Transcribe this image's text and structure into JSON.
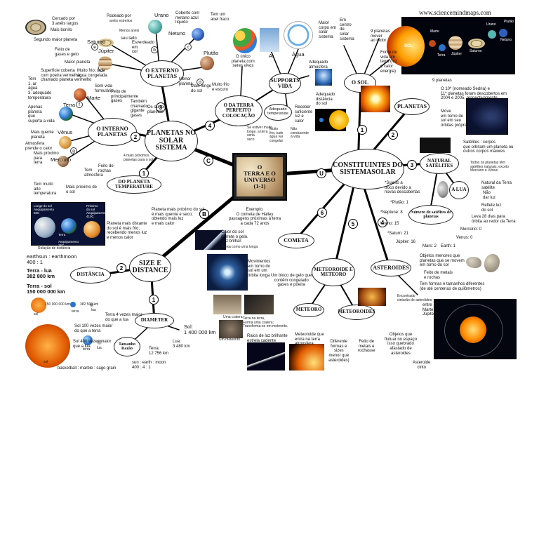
{
  "site_url": "www.sciencemindmaps.com",
  "center": {
    "title1": "O",
    "title2": "TERRA E O",
    "title3": "UNIVERSO",
    "title4": "(1-1)"
  },
  "connectors": {
    "c": "C",
    "u": "U",
    "b": "B"
  },
  "nodes": {
    "planetas_sistema": "PLANETAS NO SOLAR SISTEMA",
    "externo": "O EXTERNO PLANETAS",
    "interno": "O INTERNO PLANETAS",
    "temperatura": "DO PLANETA TEMPERATURE",
    "terra_perfeito": "O DA TERRA PERFEITO COLOCAÇÃO",
    "supports_vida": "SUPPORTS VIDA",
    "o_sol": "O SOL",
    "planetas": "PLANETAS",
    "constituintes": "CONSTITUINTES DO SISTEMASOLAR",
    "natural_satelites": "NATURAL SATÉLITES",
    "a_lua": "A LUA",
    "numero_satelites": "Número de satélites de planetas",
    "cometa": "COMETA",
    "meteoroide": "METEOROIDE e METEORO",
    "meteoro": "METEORO",
    "meteoroides": "METEOROIDES",
    "asteroides": "ASTEROIDES",
    "size_distance": "SIZE E DISTANCE",
    "distancia": "DISTÂNCIA",
    "diametro": "DIAMETER",
    "tamanho_razao": "Tamanho Razão"
  },
  "labels": {
    "urano": "Urano",
    "netuno": "Netuno",
    "saturno": "Saturno",
    "jupiter": "Júpiter",
    "plutao": "Plutão",
    "marte": "Marte",
    "terra": "Terra",
    "venus": "Vênus",
    "mercurio": "Mercúrio",
    "saturno_notes": "Cercado por\n3 anéis largos",
    "mais_bonito": "Mais bonito",
    "segundo_maior": "Segundo maior planeta",
    "rodeado": "Rodeado por",
    "anel_estreitos": "anéis estreitos",
    "menos_aneis": "Menos anéis",
    "seu_lado": "seu lado",
    "coberto": "Coberto com\nmetano azul\nlíquido",
    "anel_fraco": "Tem um\nanel fraco",
    "esverdeado": "Esverdeado\nem\ncor",
    "feito_gases": "Feito de\ngases e gelo",
    "maior_planeta": "Maior planeta",
    "principalmente": "Feito de\nprincipalmente\ngases",
    "chamado": "Também\nchamado\ngigante\ngases",
    "gases": "gases",
    "menor_planeta": "Menor\nplaneta",
    "mais_longe": "Mais longe\ndo sol",
    "muito_frio": "Muito frio\ne escuro",
    "os_outros": "Os outros\nplanetas",
    "superficie": "Superfície coberta\ncom poeira vermelha;\nchamado planeta vermelho",
    "muito_frio_lado": "Muito frio; lado\nágua congelada",
    "tem_ar": "Tem\n1. ar\nágua\n3. adequado\ntemperatura",
    "sem_vida": "Sem vida\nformulário",
    "apenas": "Apenas\nplaneta\nque\nsuporta a vida",
    "mais_quente": "Mais quente\nplaneta",
    "atmosfera_calor": "Atmosfera\nprende o calor",
    "mais_proximo": "Mais próximo\npara\nterra",
    "tem_muito": "Tem muito\nalto\ntemperatura",
    "mais_proximo_sol": "Mais próximo de\no sol",
    "tem_atmosfera": "Tem\natmosfera",
    "feito_rochas": "Feito de\nrochas",
    "quatro_planetas": "4 mais próximos\nplanetas para o sol",
    "relacao": "Relação de distância",
    "long_sol": "Longe do sol\nAequipamento\n59C",
    "near_sol": "Próximo\ndo sol\nAequipamento\n410C",
    "terra_aq": "Terra\n\nAequipamento\n15C",
    "planeta_distante": "Planeta mais distante\ndo sol é mais frio;\nrecebendo menos luz\ne  menos  calor",
    "planeta_proximo": "Planeta mais próximo do sol\né mais quente e seco;\nobtendo mais luz\ne mais calor",
    "unico_planeta": "O único\nplaneta com\nseres vivos",
    "ar": "Ar",
    "agua": "Água",
    "adequado_atm": "Adequado\natmosfera",
    "adequado_dist": "Adequado\ndistância\ndo sol",
    "adequado_temp": "Adequado\ntemperature",
    "receber_luz": "Receber\nsuficiente\nluz e\ncalor",
    "terra_seria": "Se estiver muito\nlonge, a terra\nseria\nseco",
    "muito_frio_agua": "Muito\nfrio, tudo\nágua vai\ncongelar",
    "nao_conducente": "Não\nconducente\nà vida",
    "maior_corpo": "Maior\ncorpo em\nsolar\nsistema",
    "em_centro": "Em\ncentro\nde\nsolar\nsistema",
    "nove_planetas": "9 planetas\nmover\nao redor",
    "fonte_vida": "Fonte de\nvida em\nterra (luz\ne calor\nenergia)",
    "nove_planetas_list": "9 planetas",
    "decimo": "O 10º (nomeado Sedna) e\n11º planetas foram descobertos em\n2004 e 2005, respectivamente",
    "movem": "Move\nem torno de\nsol em seu\nórbitas próprias",
    "satelites": "Satélites : corpos\nque orbitam um planeta ou\noutros corpos maiores",
    "todos_planetas": "Todos os planetas têm\nsatélites naturais, exceto\nMercúrio e Vênus",
    "natural_terra": "Natural da Terra\nsatélite",
    "nao_luz": "Não\ndar luz",
    "reflete_luz": "Reflete luz\ndo sol",
    "leva_28": "Leva 28 dias para\nórbita ao redor da Terra",
    "sujeito": "*Sujeito a\ntroco devido a\nnovas descobertas",
    "plutao_sat": "*Plutão: 1",
    "netuno_sat": "*Neptune: 8",
    "urano_sat": "Urano: 15",
    "saturno_sat": "*Saturn: 21",
    "jupiter_sat": "Júpiter: 16",
    "marte_sat": "Mars: 2",
    "earth_sat": "Earth: 1",
    "venus_sat": "Venus: 0",
    "mercurio_sat": "Mercúrio: 0",
    "exemplo": "Exemplo:\nO cometa de Halley\npassagens próximas à terra\na cada 72 anos",
    "calor_sol": "Calor do sol\nderrete o gelo.\nFaz brilhar.",
    "deixa_cauda": "Deixa como uma longa",
    "movimentos": "Movimentos\nem torno do\nsol em um\nórbita longa",
    "bloco_gelo": "Um bloco de gelo que\ncontêm congelado\ngases  e  poeira",
    "objetos_menores": "Objetos menores que\nplanetas que se movem\nem torno do sol",
    "feito_metais": "Feito de metais\ne rochas",
    "formas": "Tem formas e tamanhos diferentes\n(de até centenas de quilômetros)",
    "encontrado": "Encontrado\ncinturão de asteróides",
    "entre": "entre\nMarte e\nJúpiter",
    "cinto": "Asteroide\ncinto",
    "uma_cratera": "Uma cratera",
    "um_meteorito": "Um meteorito",
    "terra_fase": "Terra na terra,\nForma uma cratera;\nTransforma-se em meteorito.",
    "raios_luz": "Raios de luz brilhante\nestrela cadente",
    "meteoroide_entra": "Meteoroide que\nentra na terra\natmosfera",
    "diferente": "Diferente\nformas  e\nsizes\nmenor que\nasteroides)",
    "feito_metais2": "Feito de\nmetais  e\nrochasse",
    "objetos_flutuar": "Objetos que\nflutuar no espaço\nisso quebrado\nafastado de\nasteroides",
    "earth_moon": "earthsun : earthmoon\n400 : 1",
    "terra_lua": "Terra - lua\n382 800 km",
    "terra_sol": "Terra - sol\n150 000 000 km",
    "scale_150": "150 000 000 km",
    "scale_382": "382 500 km",
    "scale_sol": "sol",
    "scale_terra": "terra",
    "scale_lua": "lua",
    "terra_4x": "Terra 4 vezes maior\ndo que a lua",
    "sol_100x": "Sol 100 vezes maior\ndo que a terra",
    "sol_400x": "Sol 400 vezes maior\nque a lua",
    "sol_diam": "Sol:\n1 400 000 km",
    "lua_diam": "Lua:\n3 480 km",
    "terra_diam": "Terra:\n12 756 km",
    "ratio": "sun : earth : moon\n400  :   4   :   1",
    "basketball": "basketball : marble : sago grain",
    "sol_lbl": "sol",
    "terra_lbl": "terra",
    "lua_lbl": "lua",
    "planet_marte": "Marte",
    "planet_terra": "Terra",
    "planet_venus": "Vênus",
    "planet_mercurio": "Mercúrio",
    "sol_tag": "SOL",
    "jupiter_tag": "Júpiter",
    "saturno_tag": "Saturno",
    "urano_tag": "Urano",
    "netuno_tag": "Netuno",
    "plutao_tag": "Plutão"
  },
  "numbers": {
    "n1": "1",
    "n2": "2",
    "n3": "3",
    "n4": "4",
    "n5": "5",
    "n6": "6",
    "a": "a",
    "b": "b",
    "c": "c",
    "d": "d",
    "e": "e",
    "f": "f",
    "g": "g",
    "i": "i"
  },
  "colors": {
    "line": "#000000",
    "node_border": "#222222",
    "background": "#ffffff"
  }
}
